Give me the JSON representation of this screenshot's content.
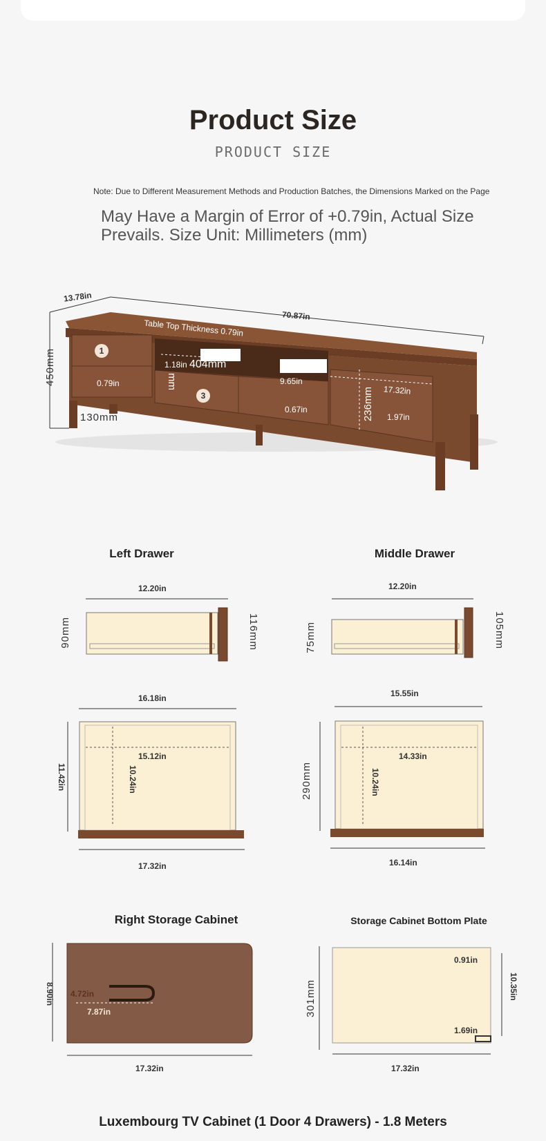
{
  "header": {
    "title": "Product Size",
    "subtitle": "PRODUCT SIZE",
    "note": "Note: Due to Different Measurement Methods and Production Batches, the Dimensions Marked on the Page",
    "note_big": "May Have a Margin of Error of +0.79in, Actual Size Prevails. Size Unit: Millimeters (mm)"
  },
  "cabinet": {
    "depth": "13.78in",
    "length": "70.87in",
    "top_thickness": "Table Top Thickness 0.79in",
    "height": "450mm",
    "leg": "130mm",
    "d1": "1.18in",
    "d2": "404mm",
    "d3": "0.79in",
    "d4": "mm",
    "d5": "9.65in",
    "d6": "17.32in",
    "d7": "236mm",
    "d8": "1.97in",
    "d9": "0.67in",
    "num1": "1",
    "num3": "3"
  },
  "left_drawer": {
    "label": "Left Drawer",
    "top_width": "12.20in",
    "front_height": "90mm",
    "side_height": "116mm",
    "plan_width": "16.18in",
    "inner_width": "15.12in",
    "inner_depth": "10.24in",
    "outer_depth": "11.42in",
    "bottom_width": "17.32in"
  },
  "middle_drawer": {
    "label": "Middle Drawer",
    "top_width": "12.20in",
    "front_height": "75mm",
    "side_height": "105mm",
    "plan_width": "15.55in",
    "inner_width": "14.33in",
    "inner_depth": "10.24in",
    "outer_depth": "290mm",
    "bottom_width": "16.14in"
  },
  "right_cabinet": {
    "label": "Right Storage Cabinet",
    "height": "8.90in",
    "handle_w": "4.72in",
    "handle_pos": "7.87in",
    "width": "17.32in"
  },
  "bottom_plate": {
    "label": "Storage Cabinet Bottom Plate",
    "height": "301mm",
    "top_inset": "0.91in",
    "bottom_inset": "1.69in",
    "side": "10.35in",
    "width": "17.32in"
  },
  "footer": {
    "title": "Luxembourg TV Cabinet (1 Door 4 Drawers) - 1.8 Meters"
  },
  "colors": {
    "wood": "#7a4a2e",
    "wood_dark": "#5a3320",
    "panel": "#fcf0d4",
    "background": "#f6f6f6"
  }
}
